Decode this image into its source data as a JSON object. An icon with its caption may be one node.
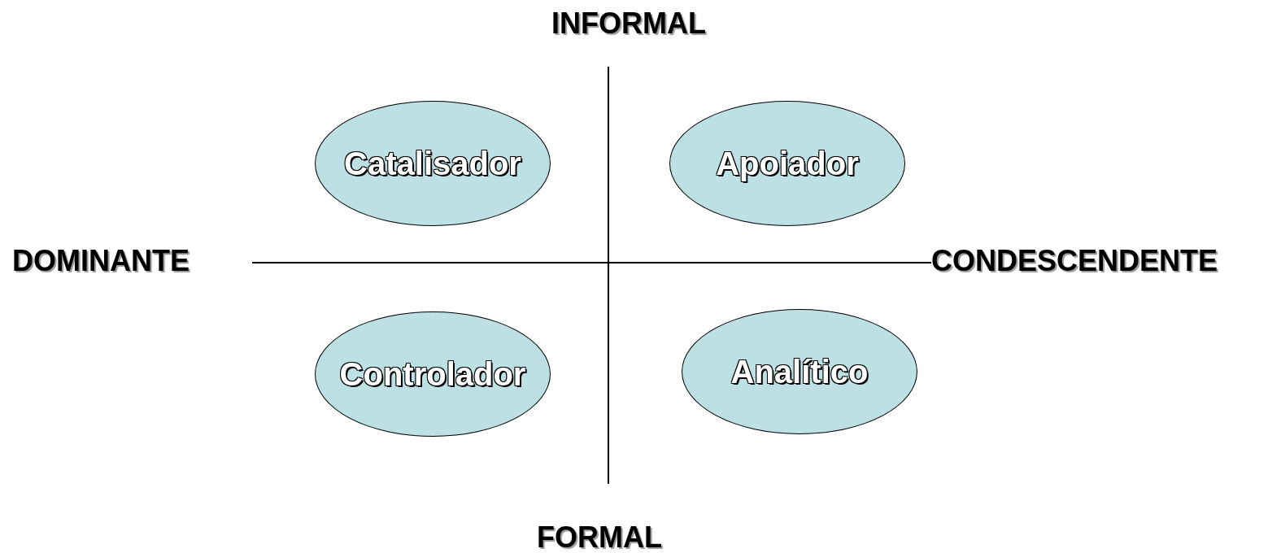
{
  "diagram": {
    "nodes": [
      {
        "text": [
          "Catalisador"
        ]
      },
      {
        "text": [
          "Apoiador"
        ]
      },
      {
        "text": [
          "Controlador"
        ]
      },
      {
        "text": [
          "Analítico"
        ]
      }
    ],
    "labels": [
      "INFORMAL",
      "DOMINANTE",
      "CONDESCENDENTE",
      "FORMAL"
    ]
  }
}
